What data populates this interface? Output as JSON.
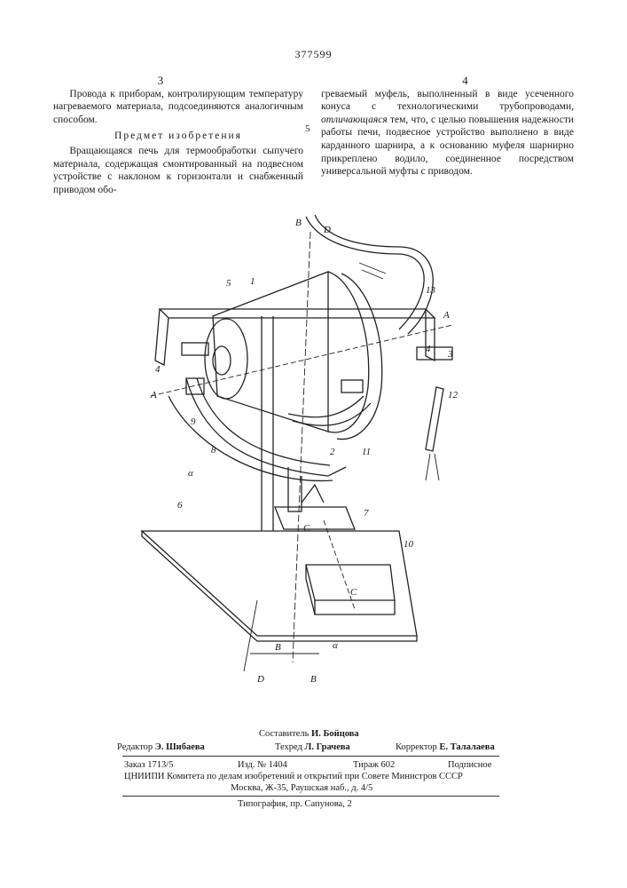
{
  "patent_number": "377599",
  "column_left": {
    "number": "3",
    "paragraph1": "Провода к приборам, контролирующим температуру нагреваемого материала, подсоединяются аналогичным способом.",
    "heading": "Предмет изобретения",
    "paragraph2": "Вращающаяся печь для термообработки сыпучего материала, содержащая смонтированный на подвесном устройстве с наклоном к горизонтали и снабженный приводом обо-"
  },
  "column_right": {
    "number": "4",
    "text_before": "греваемый муфель, выполненный в виде усеченного конуса с технологическими трубопроводами,",
    "text_emphasis": "отличающаяся",
    "text_after": "тем, что, с целью повышения надежности работы печи, подвесное устройство выполнено в виде карданного шарнира, а к основанию муфеля шарнирно прикреплено водило, соединенное посредством универсальной муфты с приводом."
  },
  "margin_line_number": "5",
  "figure_labels": {
    "B_top": "В",
    "D_top": "D",
    "n13": "13",
    "n5": "5",
    "n1": "1",
    "A_right": "А",
    "n4_right": "4",
    "n3": "3",
    "n4_left": "4",
    "n12": "12",
    "A_left": "А",
    "n9": "9",
    "n8": "8",
    "n2": "2",
    "n11": "11",
    "alpha_left": "α",
    "n6": "6",
    "n7": "7",
    "C_small": "С",
    "n10": "10",
    "C_big": "С",
    "alpha_bottom": "α",
    "B_bottom": "В",
    "D_bottom": "D",
    "B_bottom2": "В"
  },
  "colophon": {
    "compiler_label": "Составитель",
    "compiler_name": "И. Бойцова",
    "editor_label": "Редактор",
    "editor_name": "Э. Шибаева",
    "techred_label": "Техред",
    "techred_name": "Л. Грачева",
    "corrector_label": "Корректор",
    "corrector_name": "Е. Талалаева",
    "order": "Заказ 1713/5",
    "izd": "Изд. № 1404",
    "tirazh": "Тираж 602",
    "subscription": "Подписное",
    "org_line1": "ЦНИИПИ Комитета по делам изобретений и открытий при Совете Министров СССР",
    "org_line2": "Москва, Ж-35, Раушская наб., д. 4/5",
    "typography": "Типография, пр. Сапунова, 2"
  }
}
